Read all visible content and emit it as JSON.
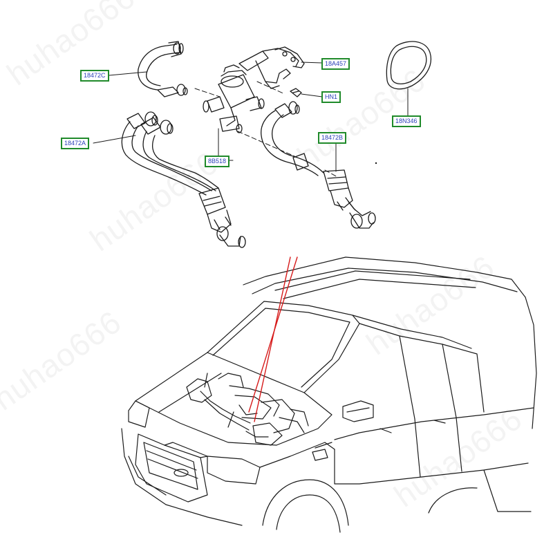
{
  "labels": {
    "hose_upper": "18472C",
    "hose_left": "18472A",
    "bracket": "18A457",
    "clip": "HN1",
    "valve": "8B518",
    "hose_right": "18472B",
    "cover": "18N346"
  },
  "watermark_text": "huhao666",
  "colors": {
    "label_border": "#1f8a2a",
    "label_text": "#2a3fb8",
    "pointer_line": "#d61a1a",
    "line_art": "#1a1a1a"
  }
}
